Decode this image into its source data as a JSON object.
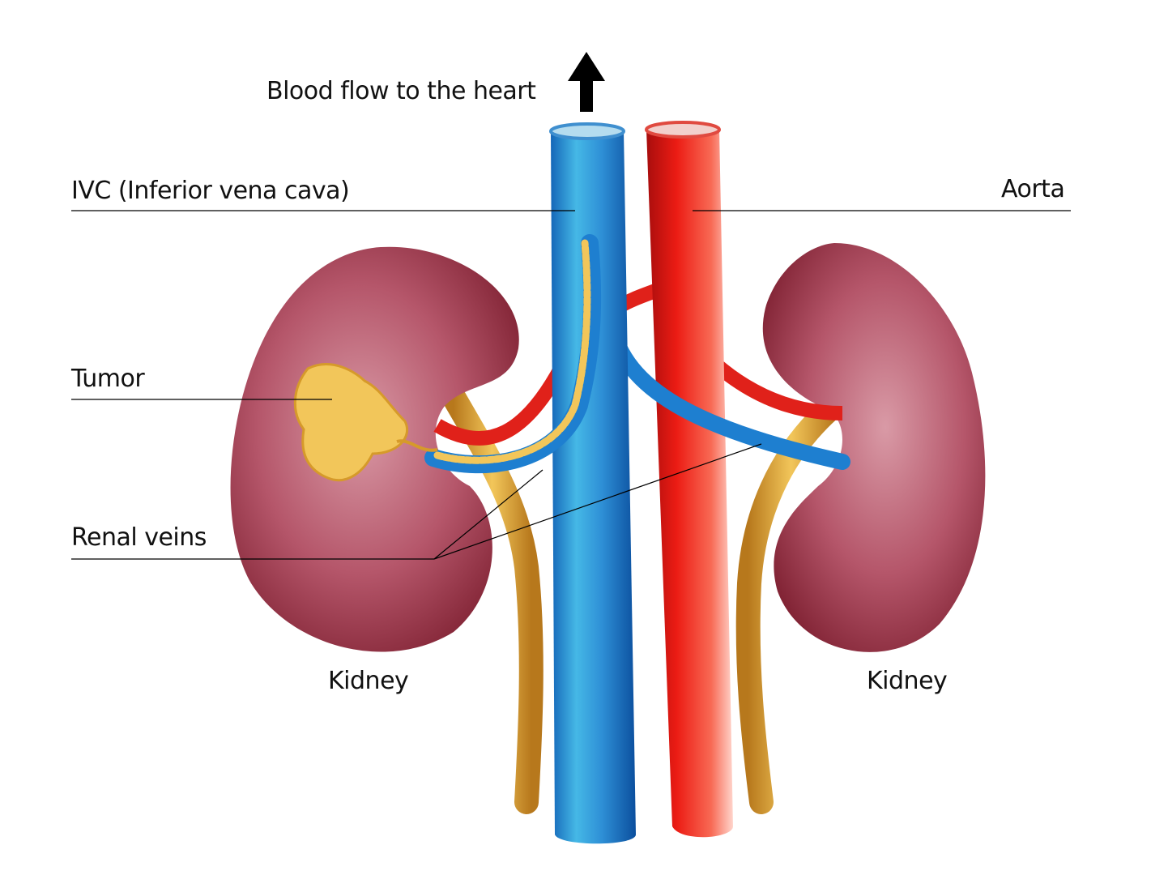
{
  "diagram": {
    "title_arrow_label": "Blood flow to the heart",
    "labels": {
      "ivc": "IVC (Inferior vena cava)",
      "aorta": "Aorta",
      "tumor": "Tumor",
      "renal_veins": "Renal veins",
      "kidney_left": "Kidney",
      "kidney_right": "Kidney"
    },
    "colors": {
      "kidney": "#9e2f42",
      "kidney_highlight": "#d98f9c",
      "vein": "#1e7fd0",
      "vein_light": "#45b8e6",
      "artery": "#e0211a",
      "artery_light": "#ff8a78",
      "ureter": "#d9a030",
      "tumor": "#f2c65a",
      "leader_line": "#000000"
    }
  }
}
